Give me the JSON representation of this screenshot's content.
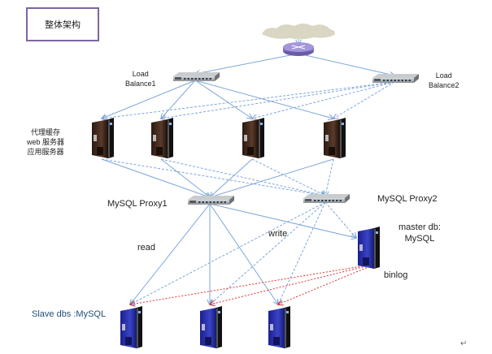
{
  "title": "整体架构",
  "labels": {
    "lb1": [
      "Load",
      "Balance1"
    ],
    "lb2": [
      "Load",
      "Balance2"
    ],
    "app_servers": [
      "代理缓存",
      "web 服务器",
      "应用服务器"
    ],
    "proxy1": "MySQL Proxy1",
    "proxy2": "MySQL Proxy2",
    "master_prefix": "master  db:",
    "master_suffix": "MySQL",
    "slave": "Slave dbs :MySQL",
    "read": "read",
    "write": "write",
    "binlog": "binlog"
  },
  "colors": {
    "title_border": "#8064a2",
    "link_solid": "#7ea6d8",
    "link_dashed": "#7ea6d8",
    "binlog": "#e03030",
    "master_label": "#1f4e79"
  },
  "nodes": [
    {
      "id": "internet",
      "kind": "cloud"
    },
    {
      "id": "router",
      "kind": "router"
    },
    {
      "id": "lb1",
      "kind": "switch"
    },
    {
      "id": "lb2",
      "kind": "switch"
    },
    {
      "id": "app1",
      "kind": "server-dark"
    },
    {
      "id": "app2",
      "kind": "server-dark"
    },
    {
      "id": "app3",
      "kind": "server-dark"
    },
    {
      "id": "app4",
      "kind": "server-dark"
    },
    {
      "id": "proxy1",
      "kind": "switch"
    },
    {
      "id": "proxy2",
      "kind": "switch"
    },
    {
      "id": "master",
      "kind": "server-blue"
    },
    {
      "id": "slave1",
      "kind": "server-blue"
    },
    {
      "id": "slave2",
      "kind": "server-blue"
    },
    {
      "id": "slave3",
      "kind": "server-blue"
    }
  ],
  "edges": [
    {
      "from": "internet",
      "to": "router",
      "style": "solid"
    },
    {
      "from": "router",
      "to": "lb1",
      "style": "solid"
    },
    {
      "from": "router",
      "to": "lb2",
      "style": "solid"
    },
    {
      "from": "lb1",
      "to": "app1",
      "style": "solid"
    },
    {
      "from": "lb1",
      "to": "app2",
      "style": "solid"
    },
    {
      "from": "lb1",
      "to": "app3",
      "style": "solid"
    },
    {
      "from": "lb1",
      "to": "app4",
      "style": "solid"
    },
    {
      "from": "lb2",
      "to": "app1",
      "style": "dashed"
    },
    {
      "from": "lb2",
      "to": "app2",
      "style": "dashed"
    },
    {
      "from": "lb2",
      "to": "app3",
      "style": "dashed"
    },
    {
      "from": "lb2",
      "to": "app4",
      "style": "dashed"
    },
    {
      "from": "app1",
      "to": "proxy1",
      "style": "solid"
    },
    {
      "from": "app2",
      "to": "proxy1",
      "style": "solid"
    },
    {
      "from": "app3",
      "to": "proxy1",
      "style": "solid"
    },
    {
      "from": "app4",
      "to": "proxy1",
      "style": "solid"
    },
    {
      "from": "app1",
      "to": "proxy2",
      "style": "dashed"
    },
    {
      "from": "app2",
      "to": "proxy2",
      "style": "dashed"
    },
    {
      "from": "app3",
      "to": "proxy2",
      "style": "dashed"
    },
    {
      "from": "app4",
      "to": "proxy2",
      "style": "dashed"
    },
    {
      "from": "proxy1",
      "to": "master",
      "style": "solid"
    },
    {
      "from": "proxy1",
      "to": "slave1",
      "style": "solid"
    },
    {
      "from": "proxy1",
      "to": "slave2",
      "style": "solid"
    },
    {
      "from": "proxy1",
      "to": "slave3",
      "style": "solid"
    },
    {
      "from": "proxy2",
      "to": "master",
      "style": "dashed"
    },
    {
      "from": "proxy2",
      "to": "slave1",
      "style": "dashed"
    },
    {
      "from": "proxy2",
      "to": "slave2",
      "style": "dashed"
    },
    {
      "from": "proxy2",
      "to": "slave3",
      "style": "dashed"
    },
    {
      "from": "master",
      "to": "slave1",
      "style": "binlog"
    },
    {
      "from": "master",
      "to": "slave2",
      "style": "binlog"
    },
    {
      "from": "master",
      "to": "slave3",
      "style": "binlog"
    }
  ],
  "return_mark": "↵"
}
